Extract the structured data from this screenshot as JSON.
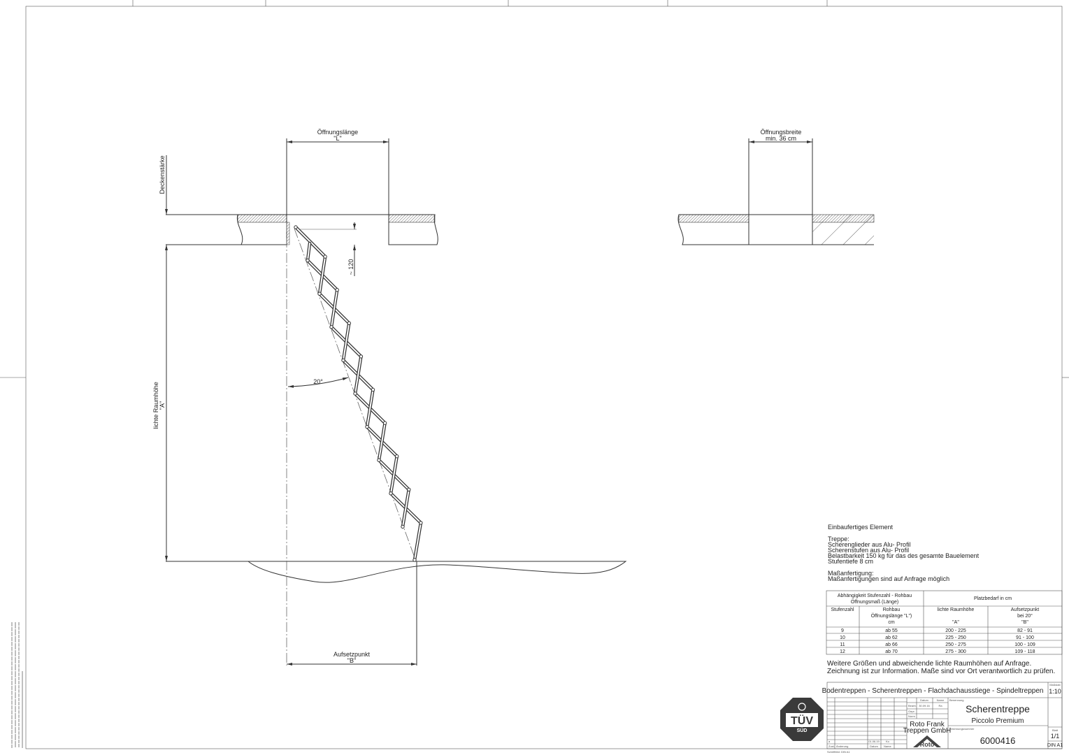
{
  "drawing": {
    "opening_length_label": "Öffnungslänge",
    "opening_length_symbol": "\"L\"",
    "ceiling_thickness_label": "Deckenstärke",
    "room_height_label": "lichte Raumhöhe",
    "room_height_symbol": "\"A\"",
    "clearance_label": "~ 120",
    "angle_label": "20°",
    "landing_point_label": "Aufsetzpunkt",
    "landing_point_symbol": "\"B\"",
    "opening_width_label": "Öffnungsbreite",
    "opening_width_value": "min. 36 cm"
  },
  "notes": {
    "lines": [
      "Einbaufertiges Element",
      "Treppe:",
      "Scherenglieder aus Alu- Profil",
      "Scherenstufen aus Alu- Profil",
      "Belastbarkeit 150 kg für das des gesamte Bauelement",
      "Stufentiefe 8 cm",
      "Maßanfertigung:",
      "Maßanfertigungen sind auf Anfrage möglich"
    ]
  },
  "table": {
    "group1": [
      "Abhängigkeit Stufenzahl - Rohbau",
      "Öffnungsmaß (Länge)"
    ],
    "group2": "Platzbedarf in cm",
    "col1": "Stufenzahl",
    "col2": [
      "Rohbau",
      "Öffnungslänge \"L\")",
      "cm"
    ],
    "col3": [
      "lichte Raumhöhe",
      "\"A\""
    ],
    "col4": [
      "Aufsetzpunkt",
      "bei 20°",
      "\"B\""
    ],
    "rows": [
      [
        "9",
        "ab 55",
        "200 - 225",
        "82 - 91"
      ],
      [
        "10",
        "ab 62",
        "225 - 250",
        "91 - 100"
      ],
      [
        "11",
        "ab 66",
        "250 - 275",
        "100 - 109"
      ],
      [
        "12",
        "ab 70",
        "275 - 300",
        "109 - 118"
      ]
    ]
  },
  "footnotes": [
    "Weitere Größen und abweichende lichte Raumhöhen auf Anfrage.",
    "Zeichnung ist zur Information. Maße sind vor Ort verantwortlich zu prüfen."
  ],
  "title_block": {
    "product_range": "Bodentreppen - Scherentreppen - Flachdachausstiege - Spindeltreppen",
    "scale_label": "Maßstab",
    "scale": "1:10",
    "date_header": "Datum",
    "name_header": "Name",
    "drawn_label": "Bearb.",
    "drawn_date": "30.09.16",
    "drawn_name": "Ra",
    "checked_label": "Gepr.",
    "norm_label": "Norm",
    "designation_label": "Benennung",
    "title": "Scherentreppe",
    "subtitle": "Piccolo Premium",
    "company": [
      "Roto Frank",
      "Treppen GmbH"
    ],
    "logo_text": "Roto",
    "drawing_number_label": "Zeichnungsnummer",
    "drawing_number": "6000416",
    "sheet_label": "Blatt",
    "sheet": "1/1",
    "format": "DIN A1",
    "revision_index": "a",
    "revision_date": "01.06.19",
    "revision_name": "Ko",
    "rev_state_label": "Zust.",
    "rev_change_label": "Änderung",
    "rev_date_label": "Datum",
    "rev_name_label": "Name",
    "frame_note": "Schriftfeld: DIN A1"
  },
  "certification": {
    "logo_text": "TÜV",
    "logo_subtext": "SÜD"
  },
  "colors": {
    "line": "#333333",
    "paper": "#ffffff",
    "logo": "#3a3a3a"
  }
}
